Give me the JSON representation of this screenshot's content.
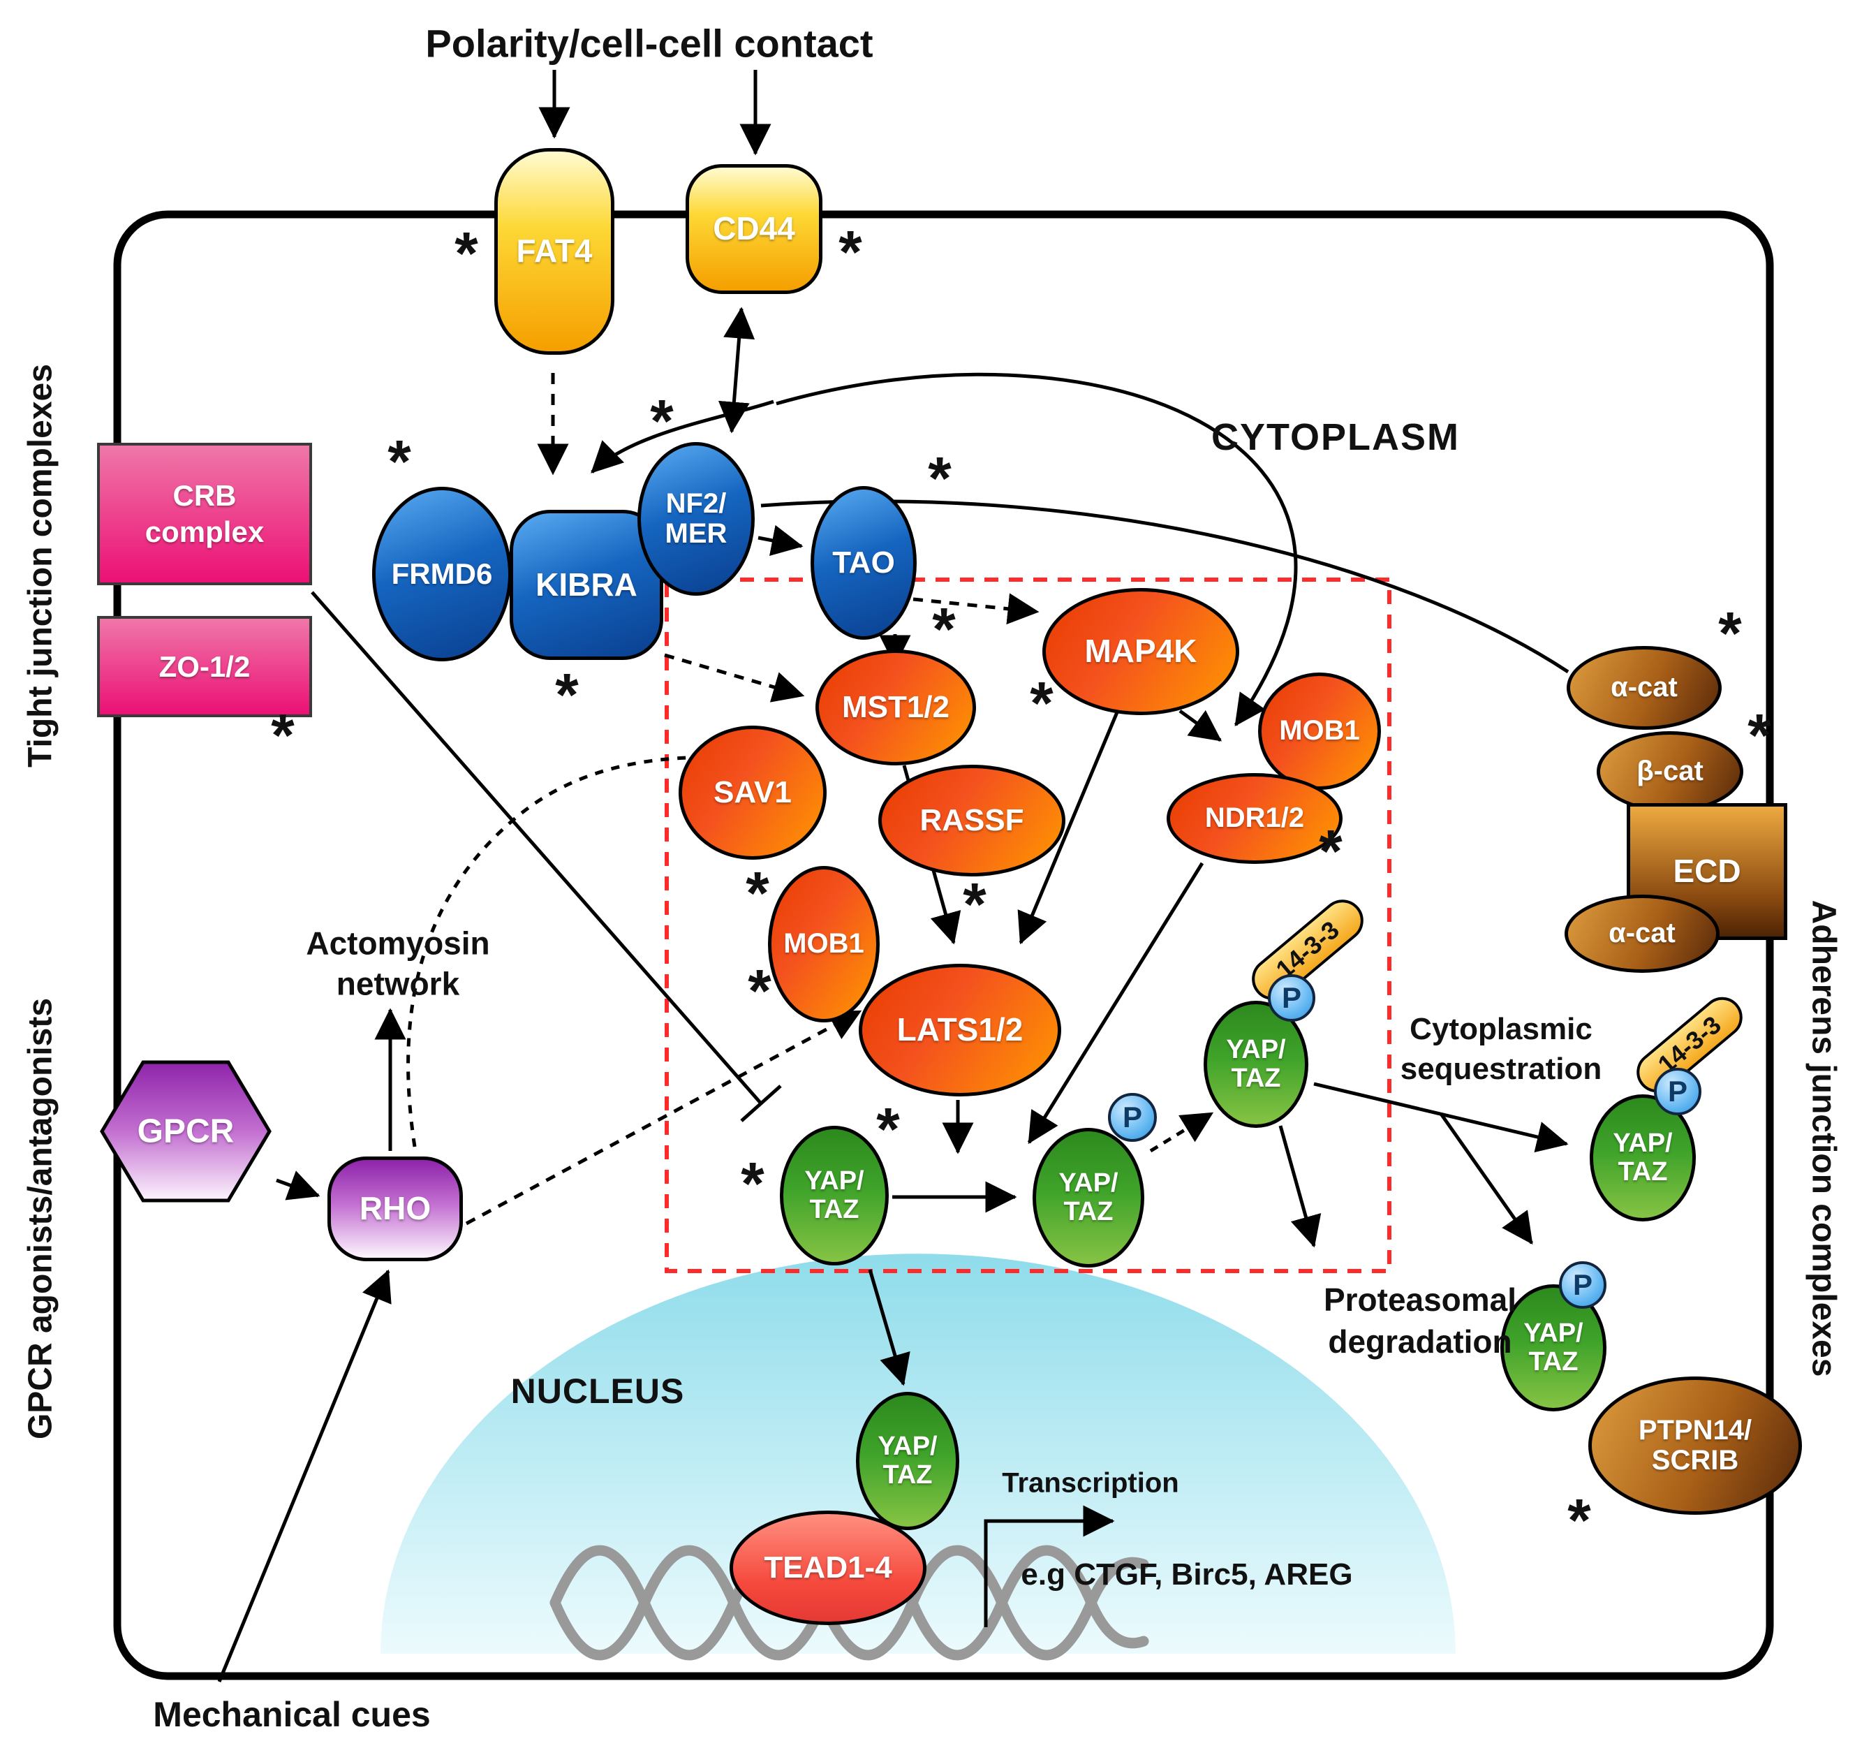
{
  "title": "Polarity/cell-cell contact",
  "compartments": {
    "cytoplasm": "CYTOPLASM",
    "nucleus": "NUCLEUS"
  },
  "side_labels": {
    "tight_junction": "Tight junction complexes",
    "gpcr_agonists": "GPCR agonists/antagonists",
    "adherens_junction": "Adherens junction complexes"
  },
  "nodes": {
    "fat4": "FAT4",
    "cd44": "CD44",
    "crb_l1": "CRB",
    "crb_l2": "complex",
    "zo12": "ZO-1/2",
    "frmd6": "FRMD6",
    "kibra": "KIBRA",
    "nf2_l1": "NF2/",
    "nf2_l2": "MER",
    "tao": "TAO",
    "mst12": "MST1/2",
    "sav1": "SAV1",
    "rassf": "RASSF",
    "map4k": "MAP4K",
    "mob1": "MOB1",
    "ndr12": "NDR1/2",
    "lats12": "LATS1/2",
    "yaptaz_l1": "YAP/",
    "yaptaz_l2": "TAZ",
    "gpcr": "GPCR",
    "rho": "RHO",
    "acat": "α-cat",
    "bcat": "β-cat",
    "ecd": "ECD",
    "ptpn_l1": "PTPN14/",
    "ptpn_l2": "SCRIB",
    "tead": "TEAD1-4"
  },
  "badges": {
    "phospho": "P",
    "fourteen33": "14-3-3"
  },
  "annotations": {
    "asterisk": "*"
  },
  "labels": {
    "actomyosin_l1": "Actomyosin",
    "actomyosin_l2": "network",
    "cytoseq_l1": "Cytoplasmic",
    "cytoseq_l2": "sequestration",
    "proteasome_l1": "Proteasomal",
    "proteasome_l2": "degradation",
    "transcription": "Transcription",
    "target_genes": "e.g CTGF, Birc5, AREG",
    "mechanical": "Mechanical cues"
  },
  "colors": {
    "receptor_gold": "#f59f00",
    "kinase_blue": "#1565c0",
    "core_orange": "#f4511e",
    "yap_green": "#3fa32a",
    "junction_pink": "#ec1075",
    "gpcr_purple": "#8e24aa",
    "adherens_brown": "#a85f17",
    "tead_red": "#e53935",
    "phospho_blue": "#66b9f2",
    "pill_yellow": "#f5a81e",
    "nucleus_cyan": "#8fdceb",
    "dashed_box_red": "#ff2a2a",
    "dna_gray": "#999999",
    "membrane_black": "#000000"
  }
}
